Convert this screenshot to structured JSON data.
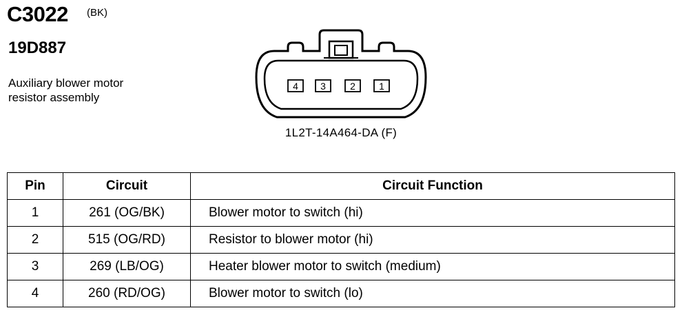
{
  "connector": {
    "id": "C3022",
    "color": "(BK)",
    "part_number": "19D887",
    "description_lines": [
      "Auxiliary blower motor",
      "resistor assembly"
    ],
    "code": "1L2T-14A464-DA (F)",
    "pin_labels": [
      "4",
      "3",
      "2",
      "1"
    ]
  },
  "table": {
    "headers": {
      "pin": "Pin",
      "circuit": "Circuit",
      "function": "Circuit Function"
    },
    "rows": [
      {
        "pin": "1",
        "circuit": "261 (OG/BK)",
        "function": "Blower motor to switch (hi)"
      },
      {
        "pin": "2",
        "circuit": "515 (OG/RD)",
        "function": "Resistor to blower motor (hi)"
      },
      {
        "pin": "3",
        "circuit": "269 (LB/OG)",
        "function": "Heater blower motor to switch (medium)"
      },
      {
        "pin": "4",
        "circuit": "260 (RD/OG)",
        "function": "Blower motor to switch (lo)"
      }
    ]
  }
}
